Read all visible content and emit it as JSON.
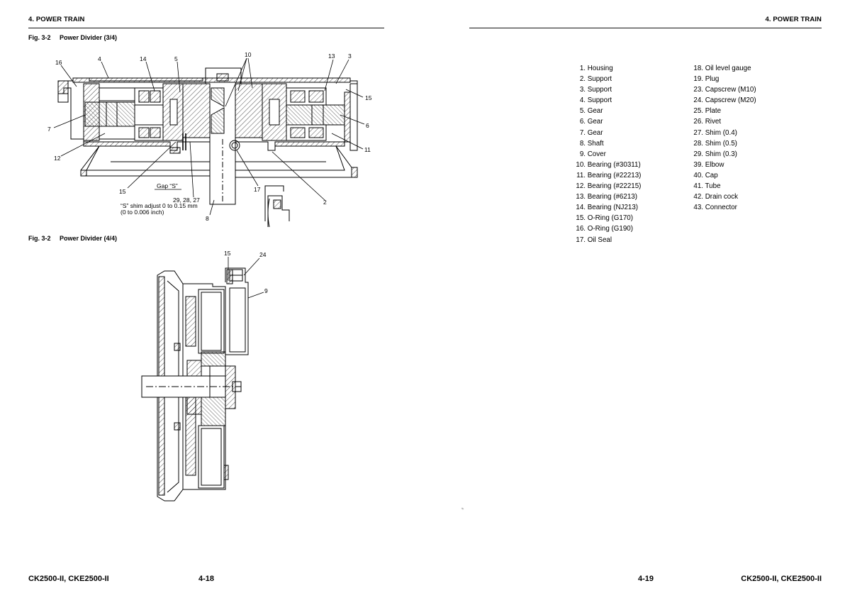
{
  "left_page": {
    "section_title": "4. POWER TRAIN",
    "figure1": {
      "fig_no": "Fig. 3-2",
      "title": "Power Divider (3/4)",
      "callouts": {
        "c16": "16",
        "c4": "4",
        "c14": "14",
        "c5": "5",
        "c10": "10",
        "c13": "13",
        "c3": "3",
        "c15r": "15",
        "c7": "7",
        "c6": "6",
        "c12": "12",
        "c11": "11",
        "c15l": "15",
        "c17": "17",
        "c2": "2",
        "c8": "8"
      },
      "gap_label": "Gap “S”",
      "shim_numbers": "29, 28, 27",
      "shim_note_line1": "“S” shim adjust 0 to 0.15 mm",
      "shim_note_line2": "(0 to 0.006 inch)"
    },
    "figure2": {
      "fig_no": "Fig. 3-2",
      "title": "Power Divider (4/4)",
      "callouts": {
        "c15": "15",
        "c24": "24",
        "c9": "9"
      }
    },
    "footer_model": "CK2500-II, CKE2500-II",
    "footer_page": "4-18"
  },
  "right_page": {
    "section_title": "4. POWER TRAIN",
    "parts_left": [
      {
        "no": "1.",
        "name": "Housing"
      },
      {
        "no": "2.",
        "name": "Support"
      },
      {
        "no": "3.",
        "name": "Support"
      },
      {
        "no": "4.",
        "name": "Support"
      },
      {
        "no": "5.",
        "name": "Gear"
      },
      {
        "no": "6.",
        "name": "Gear"
      },
      {
        "no": "7.",
        "name": "Gear"
      },
      {
        "no": "8.",
        "name": "Shaft"
      },
      {
        "no": "9.",
        "name": "Cover"
      },
      {
        "no": "10.",
        "name": "Bearing (#30311)"
      },
      {
        "no": "11.",
        "name": "Bearing (#22213)"
      },
      {
        "no": "12.",
        "name": "Bearing (#22215)"
      },
      {
        "no": "13.",
        "name": "Bearing (#6213)"
      },
      {
        "no": "14.",
        "name": "Bearing (NJ213)"
      },
      {
        "no": "15.",
        "name": "O-Ring (G170)"
      },
      {
        "no": "16.",
        "name": "O-Ring (G190)"
      },
      {
        "no": "17.",
        "name": "Oil Seal"
      }
    ],
    "parts_right": [
      {
        "no": "18.",
        "name": "Oil level gauge"
      },
      {
        "no": "19.",
        "name": "Plug"
      },
      {
        "no": "23.",
        "name": "Capscrew (M10)"
      },
      {
        "no": "24.",
        "name": "Capscrew (M20)"
      },
      {
        "no": "25.",
        "name": "Plate"
      },
      {
        "no": "26.",
        "name": "Rivet"
      },
      {
        "no": "27.",
        "name": "Shim (0.4)"
      },
      {
        "no": "28.",
        "name": "Shim (0.5)"
      },
      {
        "no": "29.",
        "name": "Shim (0.3)"
      },
      {
        "no": "39.",
        "name": "Elbow"
      },
      {
        "no": "40.",
        "name": "Cap"
      },
      {
        "no": "41.",
        "name": "Tube"
      },
      {
        "no": "42.",
        "name": "Drain cock"
      },
      {
        "no": "43.",
        "name": "Connector"
      }
    ],
    "footer_page": "4-19",
    "footer_model": "CK2500-II, CKE2500-II"
  }
}
